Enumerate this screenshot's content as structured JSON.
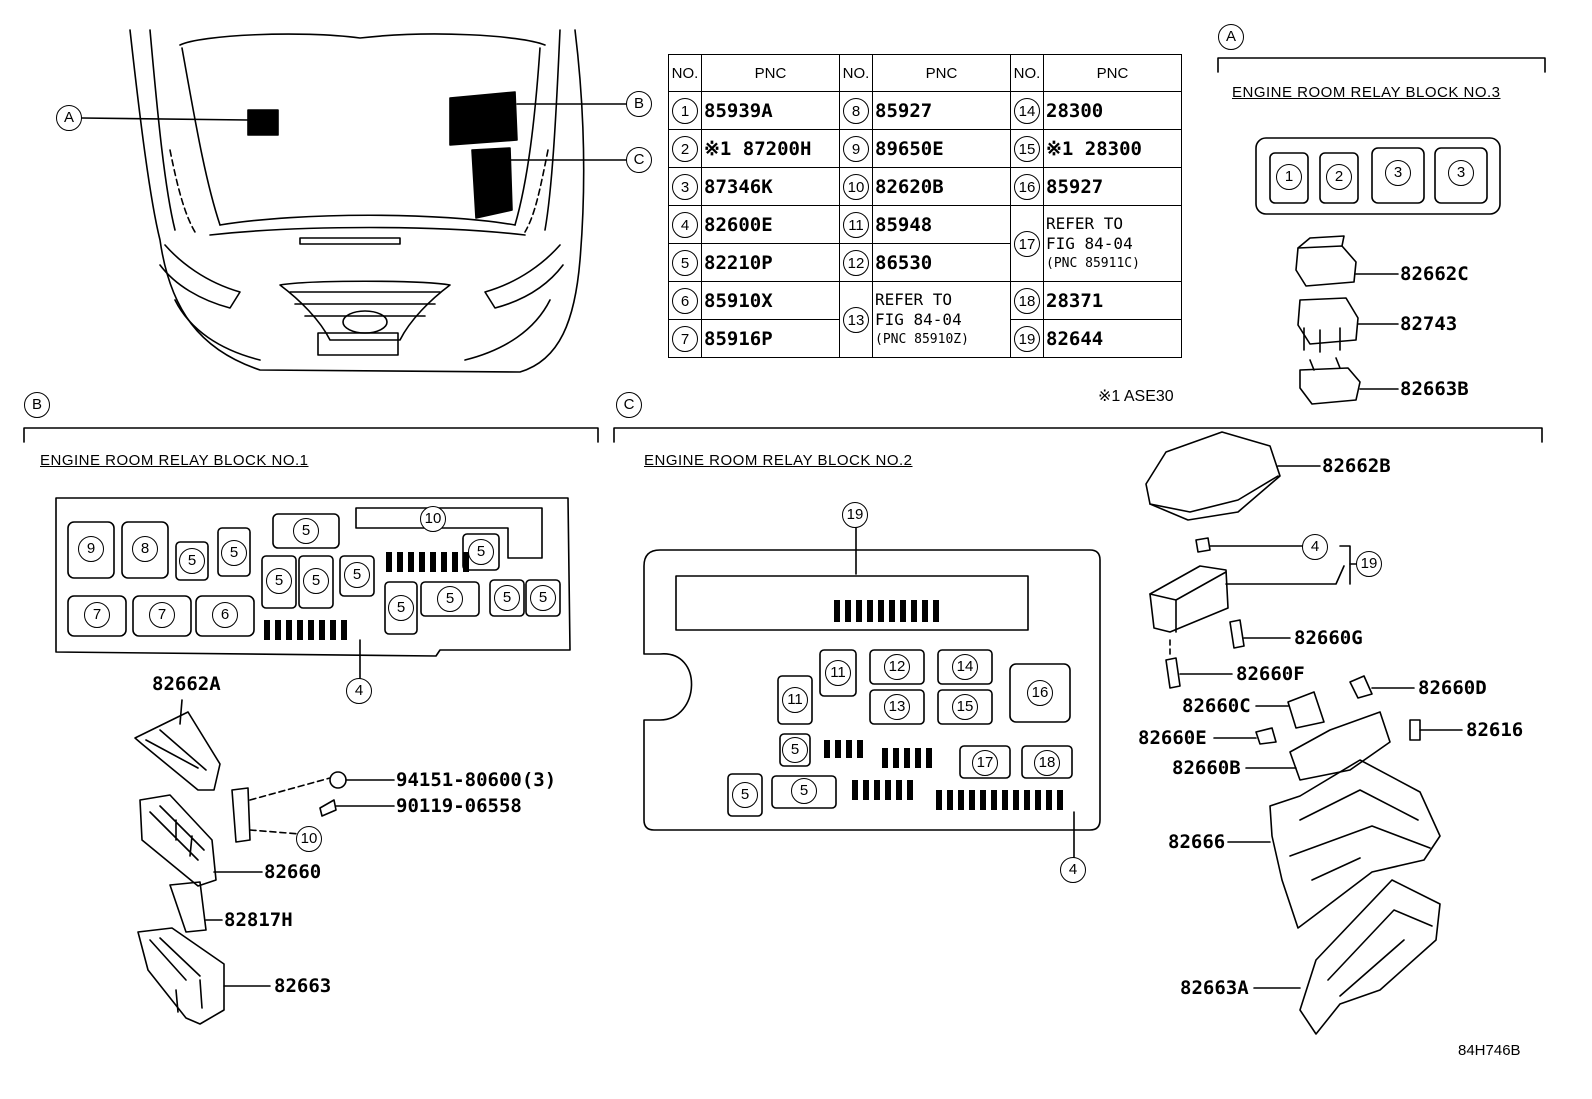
{
  "callouts": {
    "A": "A",
    "B": "B",
    "C": "C"
  },
  "table": {
    "header": {
      "no": "NO.",
      "pnc": "PNC"
    },
    "rows": [
      [
        {
          "no": "1",
          "pnc": "85939A"
        },
        {
          "no": "8",
          "pnc": "85927"
        },
        {
          "no": "14",
          "pnc": "28300"
        }
      ],
      [
        {
          "no": "2",
          "pnc": "※1 87200H"
        },
        {
          "no": "9",
          "pnc": "89650E"
        },
        {
          "no": "15",
          "pnc": "※1 28300"
        }
      ],
      [
        {
          "no": "3",
          "pnc": "87346K"
        },
        {
          "no": "10",
          "pnc": "82620B"
        },
        {
          "no": "16",
          "pnc": "85927"
        }
      ],
      [
        {
          "no": "4",
          "pnc": "82600E"
        },
        {
          "no": "11",
          "pnc": "85948"
        },
        {
          "no": "17",
          "pnc": "REFER TO"
        }
      ],
      [
        {
          "no": "5",
          "pnc": "82210P"
        },
        {
          "no": "12",
          "pnc": "86530"
        },
        {
          "no": "",
          "pnc": ""
        }
      ],
      [
        {
          "no": "6",
          "pnc": "85910X"
        },
        {
          "no": "13",
          "pnc": "REFER TO"
        },
        {
          "no": "18",
          "pnc": "28371"
        }
      ],
      [
        {
          "no": "7",
          "pnc": "85916P"
        },
        {
          "no": "",
          "pnc": ""
        },
        {
          "no": "19",
          "pnc": "82644"
        }
      ]
    ],
    "refer17": {
      "l1": "REFER TO",
      "l2": "FIG 84-04",
      "l3": "(PNC 85911C)"
    },
    "refer13": {
      "l1": "REFER TO",
      "l2": "FIG 84-04",
      "l3": "(PNC 85910Z)"
    },
    "footnote": "※1 ASE30"
  },
  "sections": {
    "block1": "ENGINE ROOM RELAY BLOCK NO.1",
    "block2": "ENGINE ROOM RELAY BLOCK NO.2",
    "block3": "ENGINE ROOM RELAY BLOCK NO.3"
  },
  "parts": {
    "p82662C": "82662C",
    "p82743": "82743",
    "p82663B": "82663B",
    "p82662B": "82662B",
    "p82660G": "82660G",
    "p82660F": "82660F",
    "p82660D": "82660D",
    "p82660C": "82660C",
    "p82660E": "82660E",
    "p82616": "82616",
    "p82660B": "82660B",
    "p82666": "82666",
    "p82663A": "82663A",
    "p82662A": "82662A",
    "p94151": "94151-80600(3)",
    "p90119": "90119-06558",
    "p82660": "82660",
    "p82817H": "82817H",
    "p82663": "82663"
  },
  "figure_id": "84H746B"
}
